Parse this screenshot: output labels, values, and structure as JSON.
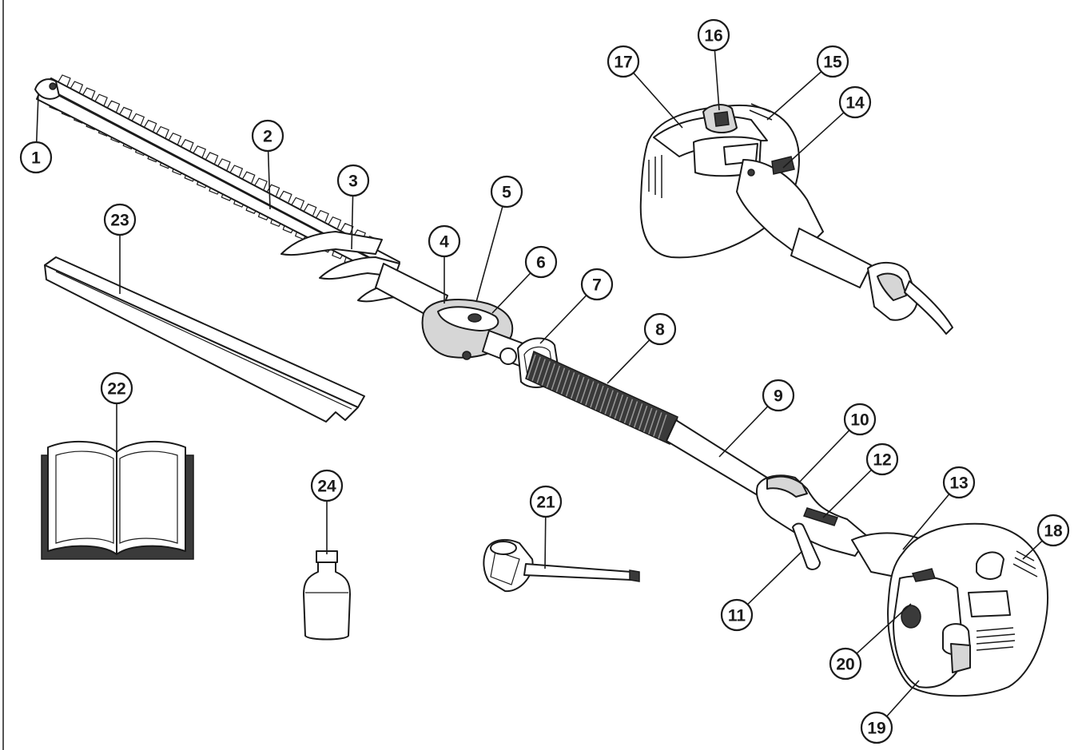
{
  "diagram": {
    "callouts": [
      {
        "id": 1,
        "label": "1"
      },
      {
        "id": 2,
        "label": "2"
      },
      {
        "id": 3,
        "label": "3"
      },
      {
        "id": 4,
        "label": "4"
      },
      {
        "id": 5,
        "label": "5"
      },
      {
        "id": 6,
        "label": "6"
      },
      {
        "id": 7,
        "label": "7"
      },
      {
        "id": 8,
        "label": "8"
      },
      {
        "id": 9,
        "label": "9"
      },
      {
        "id": 10,
        "label": "10"
      },
      {
        "id": 11,
        "label": "11"
      },
      {
        "id": 12,
        "label": "12"
      },
      {
        "id": 13,
        "label": "13"
      },
      {
        "id": 14,
        "label": "14"
      },
      {
        "id": 15,
        "label": "15"
      },
      {
        "id": 16,
        "label": "16"
      },
      {
        "id": 17,
        "label": "17"
      },
      {
        "id": 18,
        "label": "18"
      },
      {
        "id": 19,
        "label": "19"
      },
      {
        "id": 20,
        "label": "20"
      },
      {
        "id": 21,
        "label": "21"
      },
      {
        "id": 22,
        "label": "22"
      },
      {
        "id": 23,
        "label": "23"
      },
      {
        "id": 24,
        "label": "24"
      }
    ]
  }
}
